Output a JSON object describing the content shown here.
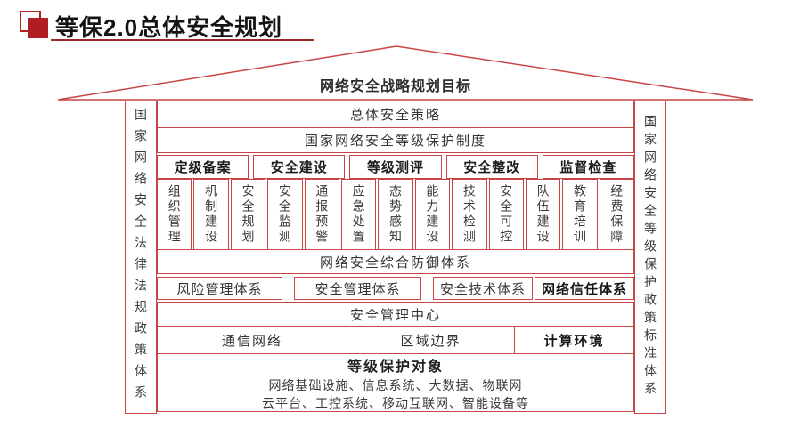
{
  "header": {
    "title": "等保2.0总体安全规划"
  },
  "colors": {
    "line_red": "#c94444",
    "underline_red": "#9e2a26",
    "icon_red": "#ae1e23",
    "text_dark": "#3a3a3a"
  },
  "roof": {
    "label": "网络安全战略规划目标"
  },
  "walls": {
    "left": "国家网络安全法律法规政策体系",
    "right": "国家网络安全等级保护政策标准体系"
  },
  "matrix": {
    "overall_strategy": "总体安全策略",
    "protection_system": "国家网络安全等级保护制度",
    "process_steps": [
      "定级备案",
      "安全建设",
      "等级测评",
      "安全整改",
      "监督检查"
    ],
    "capabilities": [
      "组织管理",
      "机制建设",
      "安全规划",
      "安全监测",
      "通报预警",
      "应急处置",
      "态势感知",
      "能力建设",
      "技术检测",
      "安全可控",
      "队伍建设",
      "教育培训",
      "经费保障"
    ],
    "defense_system": "网络安全综合防御体系",
    "subsystems": [
      "风险管理体系",
      "安全管理体系",
      "安全技术体系",
      "网络信任体系"
    ],
    "management_center": "安全管理中心",
    "environments": [
      "通信网络",
      "区域边界",
      "计算环境"
    ],
    "protected_objects": {
      "title": "等级保护对象",
      "line1": "网络基础设施、信息系统、大数据、物联网",
      "line2": "云平台、工控系统、移动互联网、智能设备等"
    }
  }
}
